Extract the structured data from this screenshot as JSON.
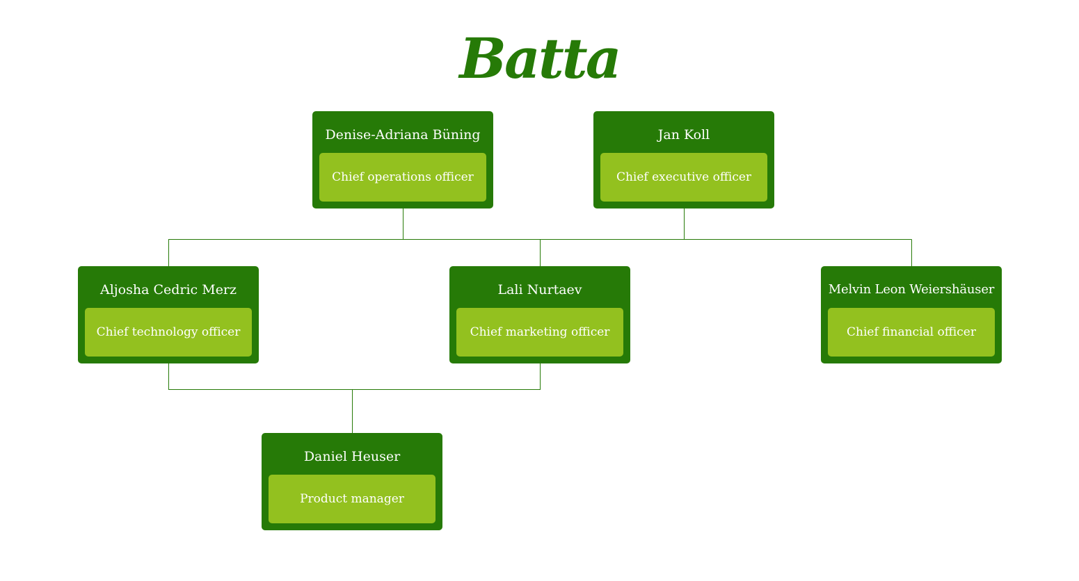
{
  "logo": {
    "text": "Batta"
  },
  "colors": {
    "node_background": "#267a07",
    "role_background": "#93c11f",
    "connector": "#267a07",
    "text": "#ffffff"
  },
  "nodes": [
    {
      "id": "buning",
      "name": "Denise-Adriana Büning",
      "role": "Chief operations officer"
    },
    {
      "id": "koll",
      "name": "Jan Koll",
      "role": "Chief executive officer"
    },
    {
      "id": "merz",
      "name": "Aljosha Cedric Merz",
      "role": "Chief technology officer"
    },
    {
      "id": "nurtaev",
      "name": "Lali Nurtaev",
      "role": "Chief marketing officer"
    },
    {
      "id": "weiers",
      "name": "Melvin Leon Weiershäuser",
      "role": "Chief financial officer"
    },
    {
      "id": "heuser",
      "name": "Daniel Heuser",
      "role": "Product manager"
    }
  ],
  "edges": [
    {
      "from": [
        "buning",
        "koll"
      ],
      "to": [
        "merz",
        "nurtaev",
        "weiers"
      ]
    },
    {
      "from": [
        "merz",
        "nurtaev"
      ],
      "to": [
        "heuser"
      ]
    }
  ]
}
